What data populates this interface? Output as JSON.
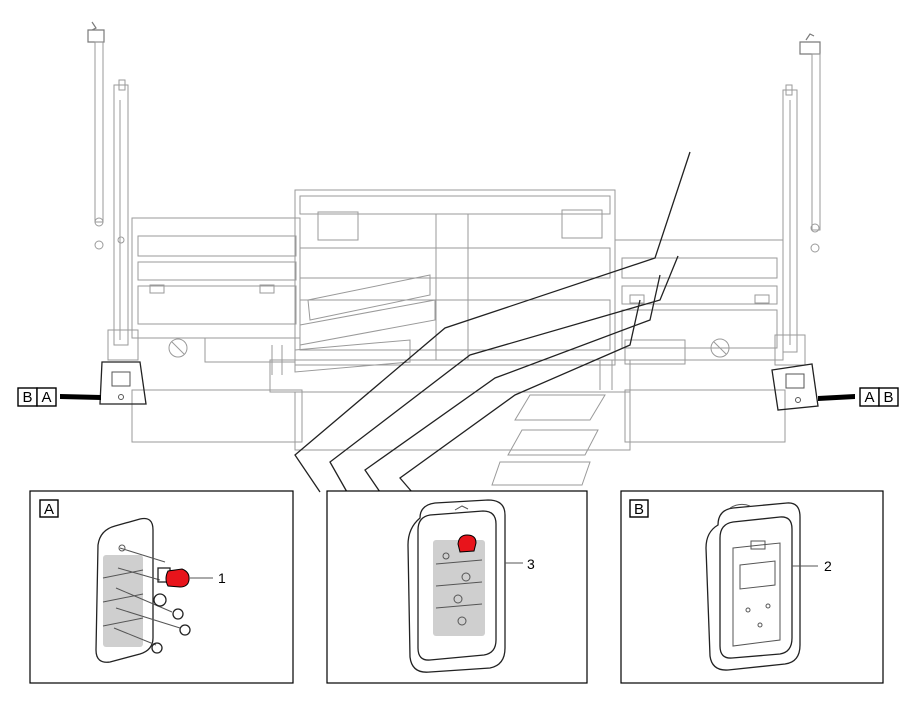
{
  "callouts": {
    "left_pair": [
      "B",
      "A"
    ],
    "right_pair": [
      "A",
      "B"
    ]
  },
  "details": [
    {
      "id": "A",
      "title": "A",
      "part_number": "1"
    },
    {
      "id": "remote",
      "title": "",
      "part_number": "3"
    },
    {
      "id": "B",
      "title": "B",
      "part_number": "2"
    }
  ],
  "colors": {
    "highlight": "#e8141b",
    "line": "#9a9a9a",
    "frame": "#000000"
  }
}
